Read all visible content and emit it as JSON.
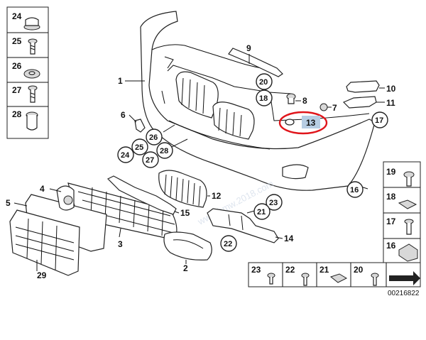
{
  "labels": {
    "l1": "1",
    "l2": "2",
    "l3": "3",
    "l4": "4",
    "l5": "5",
    "l6": "6",
    "l7": "7",
    "l8": "8",
    "l9": "9",
    "l10": "10",
    "l11": "11",
    "l12": "12",
    "l13": "13",
    "l14": "14",
    "l15": "15",
    "l16": "16",
    "l17": "17",
    "l18": "18",
    "l20": "20",
    "l21": "21",
    "l22": "22",
    "l23": "23",
    "l24": "24",
    "l25": "25",
    "l26": "26",
    "l27": "27",
    "l28": "28",
    "l29": "29"
  },
  "legend_left": [
    "24",
    "25",
    "26",
    "27",
    "28"
  ],
  "legend_right": [
    "19",
    "18",
    "17",
    "16"
  ],
  "legend_bottom": [
    "23",
    "22",
    "21",
    "20"
  ],
  "footer_code": "00216822",
  "highlight": {
    "label": "13",
    "color": "#e0151b",
    "fill": "#b7cde3"
  },
  "watermark": "www.bmw.2018.com"
}
